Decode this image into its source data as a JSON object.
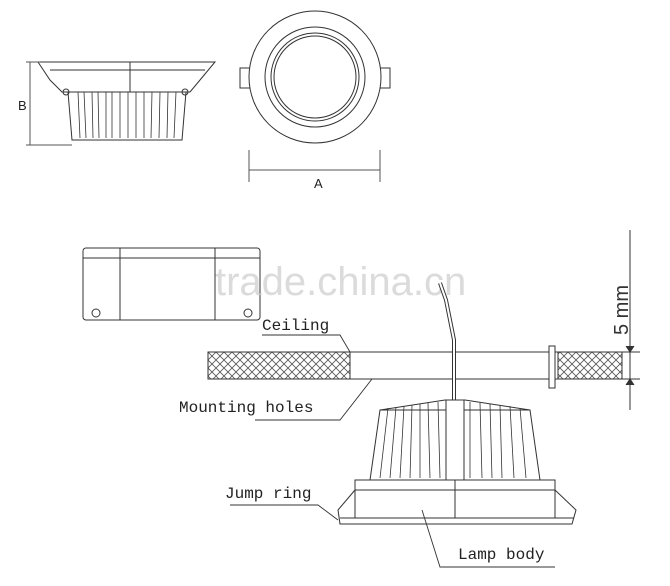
{
  "dimensions": {
    "a_label": "A",
    "b_label": "B",
    "height_label": "5 mm"
  },
  "callouts": {
    "ceiling": "Ceiling",
    "mounting_holes": "Mounting holes",
    "jump_ring": "Jump ring",
    "lamp_body": "Lamp body"
  },
  "watermark": "trade.china.cn",
  "colors": {
    "line": "#333333",
    "dim_line": "#555555",
    "hatch": "#444444"
  }
}
